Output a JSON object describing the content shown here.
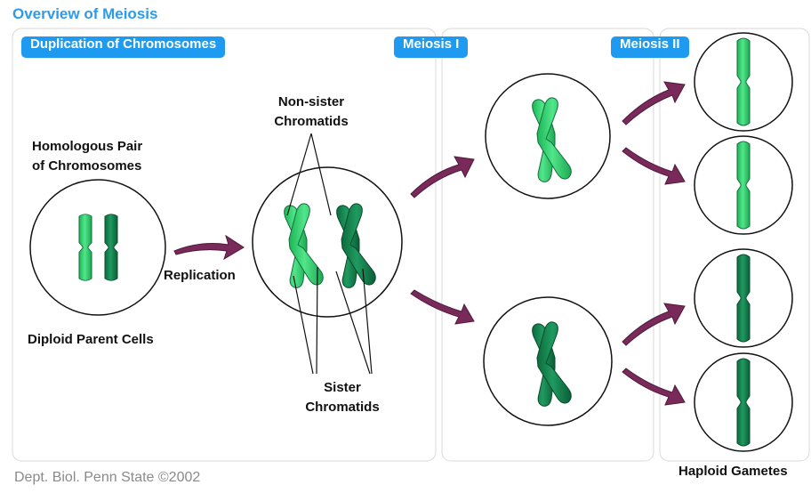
{
  "title": "Overview of Meiosis",
  "stages": {
    "duplication": "Duplication of Chromosomes",
    "meiosis1": "Meiosis I",
    "meiosis2": "Meiosis II"
  },
  "labels": {
    "homologous_line1": "Homologous Pair",
    "homologous_line2": "of Chromosomes",
    "replication": "Replication",
    "diploid": "Diploid Parent Cells",
    "nonsister_line1": "Non-sister",
    "nonsister_line2": "Chromatids",
    "sister_line1": "Sister",
    "sister_line2": "Chromatids",
    "haploid": "Haploid Gametes"
  },
  "credit": "Dept. Biol. Penn State ©2002",
  "colors": {
    "stage_pill": "#1e9bf0",
    "title": "#2f9be6",
    "light_chromosome": "#33d36b",
    "dark_chromosome": "#147c4c",
    "arrow": "#7a2a5a"
  }
}
